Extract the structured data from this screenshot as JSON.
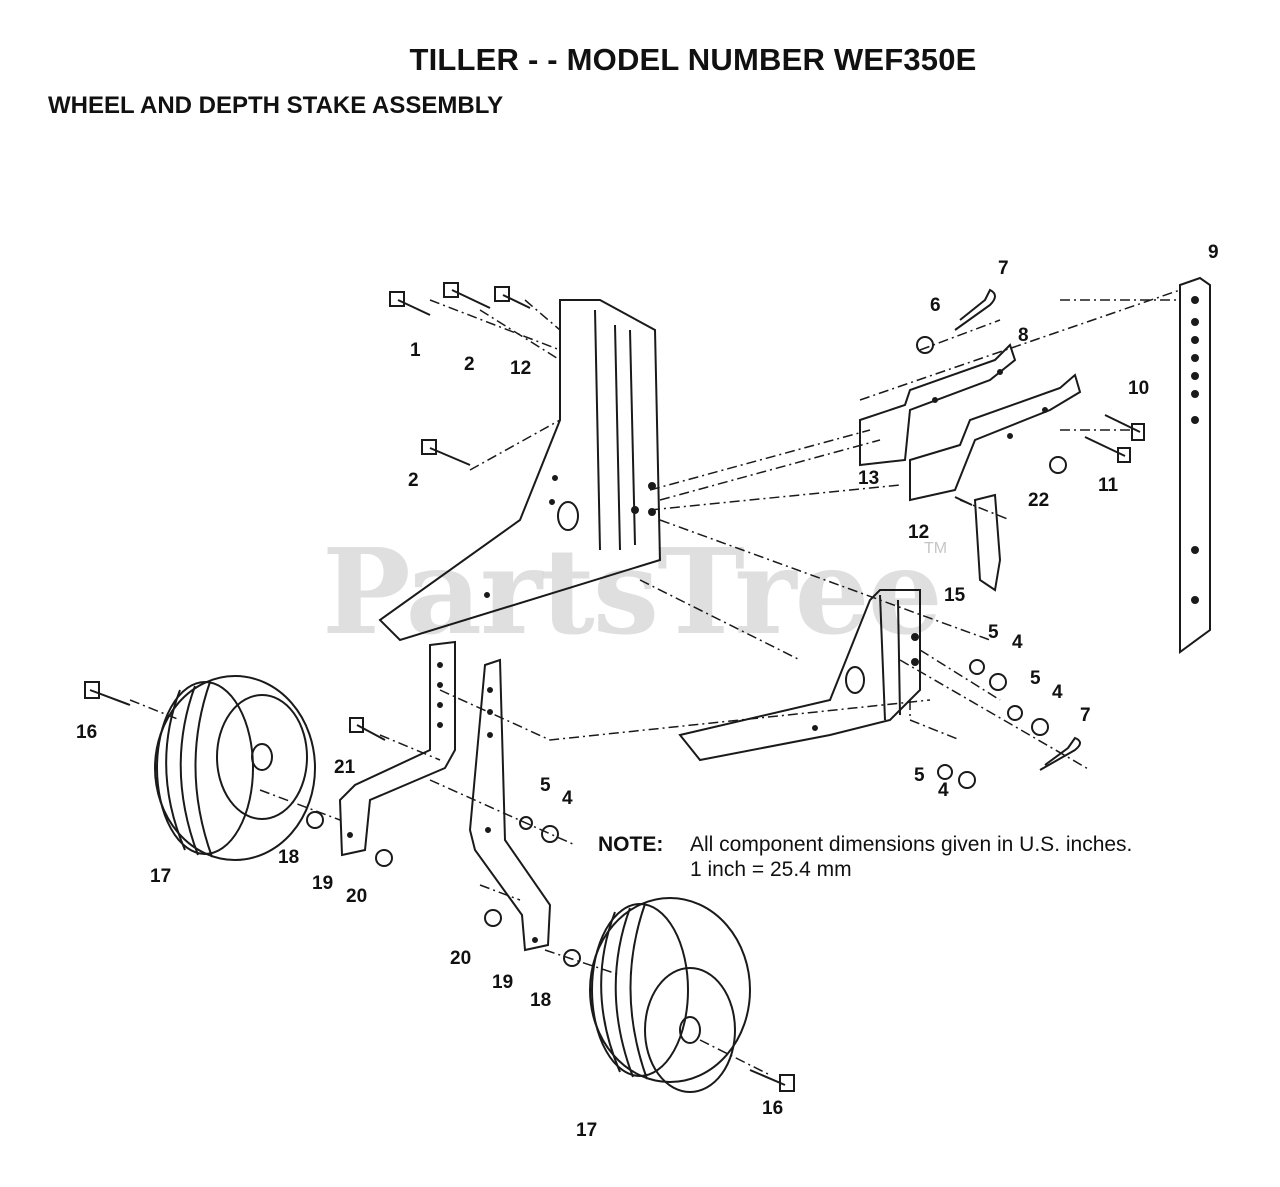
{
  "title": "TILLER - - MODEL NUMBER WEF350E",
  "subtitle": "WHEEL AND DEPTH STAKE ASSEMBLY",
  "watermark": {
    "text": "PartsTree",
    "tm": "TM"
  },
  "note": {
    "label": "NOTE:",
    "line1": "All component dimensions given in U.S. inches.",
    "line2": "1 inch = 25.4 mm"
  },
  "callouts": [
    "1",
    "2",
    "12",
    "2",
    "6",
    "7",
    "8",
    "9",
    "10",
    "11",
    "22",
    "13",
    "12",
    "15",
    "5",
    "4",
    "5",
    "4",
    "7",
    "5",
    "4",
    "16",
    "21",
    "5",
    "4",
    "17",
    "18",
    "19",
    "20",
    "20",
    "19",
    "18",
    "17",
    "16"
  ]
}
